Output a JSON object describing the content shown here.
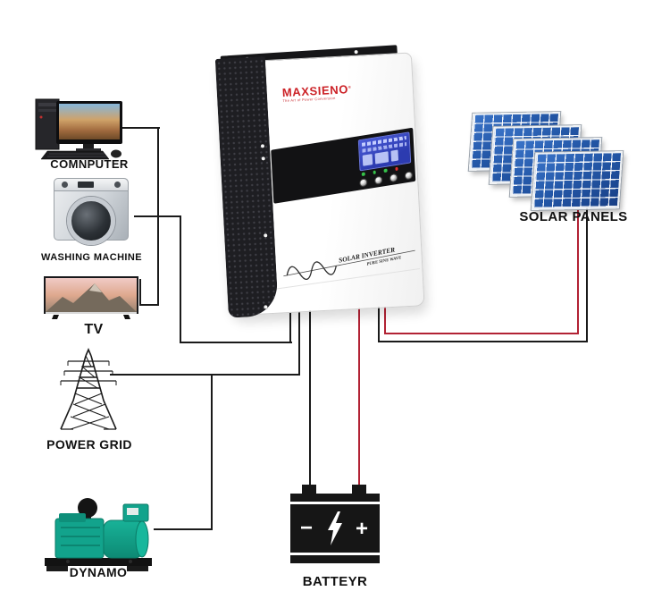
{
  "inverter": {
    "brand": "MAXSIENO",
    "brand_mark": "®",
    "tagline": "The Art of Power Conversion",
    "face_line1": "SOLAR INVERTER",
    "face_line2": "PURE SINE WAVE"
  },
  "devices": {
    "computer": {
      "label": "COMNPUTER"
    },
    "washing_machine": {
      "label": "WASHING MACHINE"
    },
    "tv": {
      "label": "TV"
    },
    "power_grid": {
      "label": "POWER GRID"
    },
    "dynamo": {
      "label": "DYNAMO"
    }
  },
  "sources": {
    "solar_panels": {
      "label": "SOLAR PANELS",
      "panel_count": 4
    },
    "battery": {
      "label": "BATTEYR",
      "minus_symbol": "−",
      "plus_symbol": "+"
    }
  },
  "colors": {
    "wire_black": "#1a1a1a",
    "wire_red": "#b22234",
    "brand_red": "#cc2227",
    "panel_blue": "#2458a8",
    "lcd_blue": "#2c3bb0",
    "dynamo_teal": "#12a38c",
    "battery_black": "#161616"
  }
}
